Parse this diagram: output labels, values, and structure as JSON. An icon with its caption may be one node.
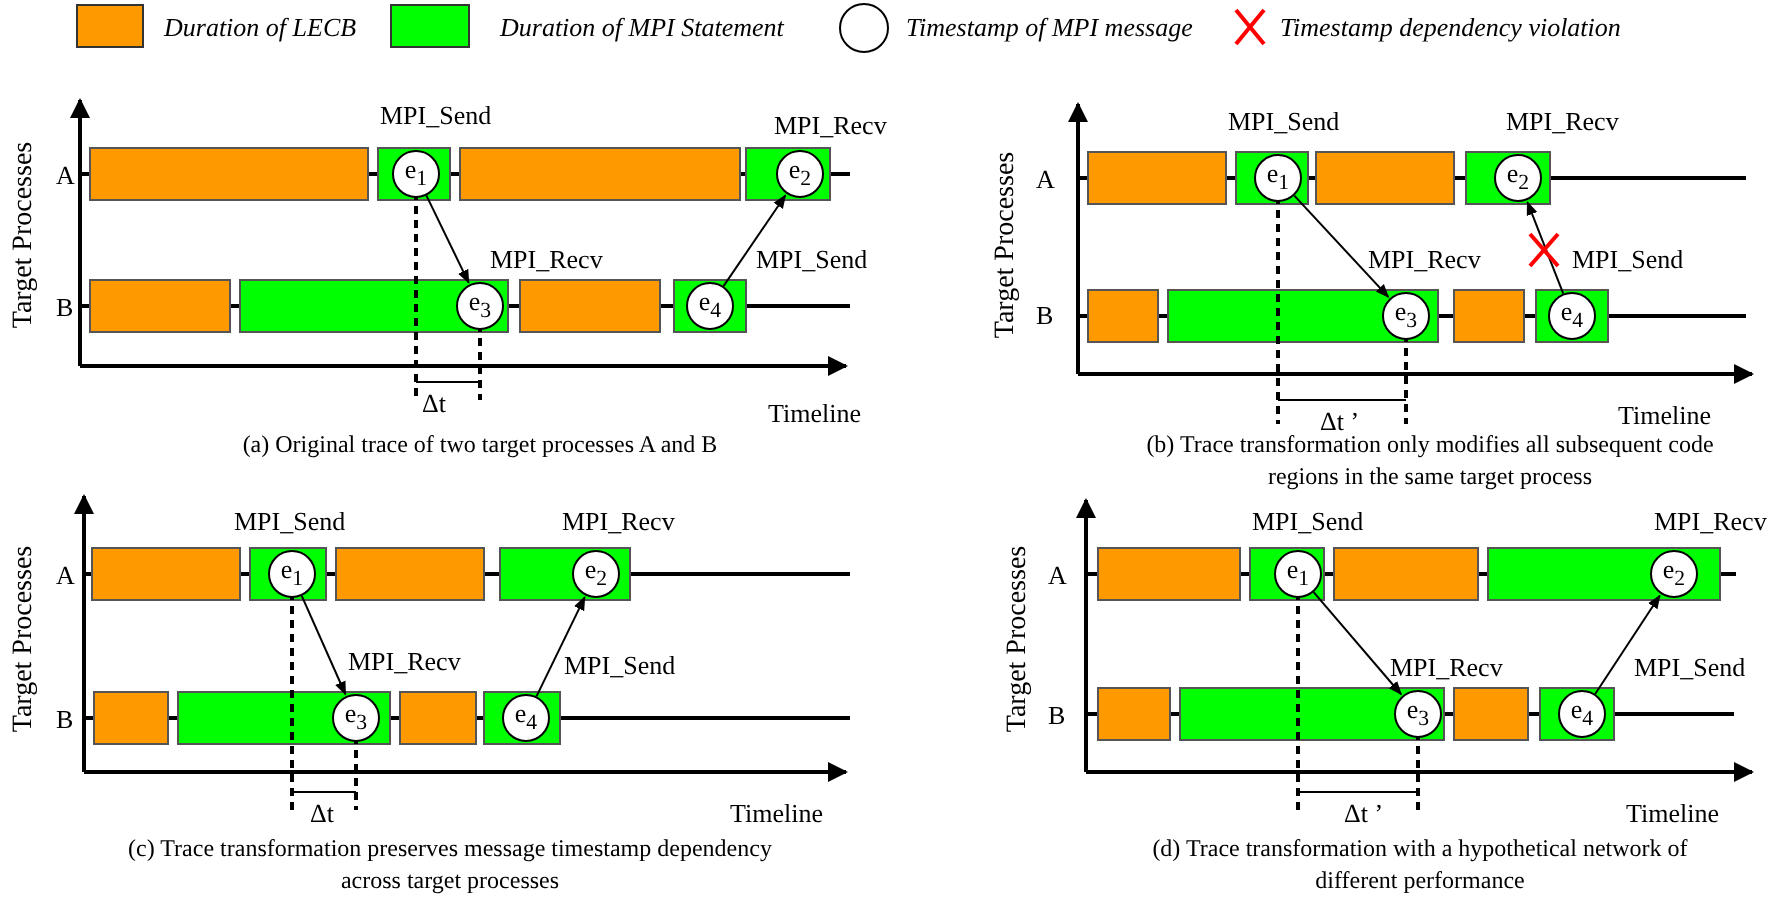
{
  "diagram": {
    "nodes": [
      {
        "text": [
          "e$_{1}$"
        ],
        "beside": [
          "MPI_Send"
        ]
      },
      {
        "text": [
          "e$_{2}$"
        ],
        "beside": [
          "MPI_Recv"
        ]
      },
      {
        "text": [
          "e$_{3}$"
        ],
        "beside": [
          "MPI_Recv"
        ]
      },
      {
        "text": [
          "e$_{4}$"
        ],
        "beside": [
          "MPI_Send"
        ]
      },
      {
        "text": [
          "e$_{1}$"
        ],
        "beside": [
          "MPI_Send"
        ]
      },
      {
        "text": [
          "e$_{2}$"
        ],
        "beside": [
          "MPI_Recv"
        ]
      },
      {
        "text": [
          "e$_{3}$"
        ],
        "beside": [
          "MPI_Recv"
        ]
      },
      {
        "text": [
          "e$_{4}$"
        ],
        "beside": [
          "MPI_Send"
        ]
      },
      {
        "text": [
          "e$_{1}$"
        ],
        "beside": [
          "MPI_Send"
        ]
      },
      {
        "text": [
          "e$_{2}$"
        ],
        "beside": [
          "MPI_Recv"
        ]
      },
      {
        "text": [
          "e$_{3}$"
        ],
        "beside": [
          "MPI_Recv"
        ]
      },
      {
        "text": [
          "e$_{4}$"
        ],
        "beside": [
          "MPI_Send"
        ]
      },
      {
        "text": [
          "e$_{1}$"
        ],
        "beside": [
          "MPI_Send"
        ]
      },
      {
        "text": [
          "e$_{2}$"
        ],
        "beside": [
          "MPI_Recv"
        ]
      },
      {
        "text": [
          "e$_{3}$"
        ],
        "beside": [
          "MPI_Recv"
        ]
      },
      {
        "text": [
          "e$_{4}$"
        ],
        "beside": [
          "MPI_Send"
        ]
      }
    ],
    "edges": [
      {
        "from": 0,
        "to": 2,
        "arrow": "to"
      },
      {
        "from": 3,
        "to": 1,
        "arrow": "to"
      },
      {
        "from": 4,
        "to": 6,
        "arrow": "to"
      },
      {
        "from": 7,
        "to": 5,
        "arrow": "to"
      },
      {
        "from": 8,
        "to": 10,
        "arrow": "to"
      },
      {
        "from": 11,
        "to": 9,
        "arrow": "to"
      },
      {
        "from": 12,
        "to": 14,
        "arrow": "to"
      },
      {
        "from": 15,
        "to": 13,
        "arrow": "to"
      }
    ],
    "labels": [
      "Target Processes",
      "A",
      "B",
      "Δt",
      "Timeline",
      "(a) Original trace of two target processes A and B",
      "Target Processes",
      "A",
      "B",
      "Δt ’",
      "Timeline",
      "(b) Trace transformation only modifies all subsequent code regions in the same target process",
      "Target Processes",
      "A",
      "B",
      "Δt",
      "Timeline",
      "(c) Trace transformation preserves message timestamp dependency across target processes",
      "Target Processes",
      "A",
      "B",
      "Δt ’",
      "Timeline",
      "(d) Trace transformation with a hypothetical network of different performance"
    ],
    "legend": [
      {
        "text": "Duration of LECB",
        "color": "#ff9900"
      },
      {
        "text": "Duration of MPI Statement",
        "color": "#00ff00"
      },
      {
        "text": "Timestamp of MPI message"
      },
      {
        "text": "Timestamp dependency violation"
      }
    ]
  }
}
